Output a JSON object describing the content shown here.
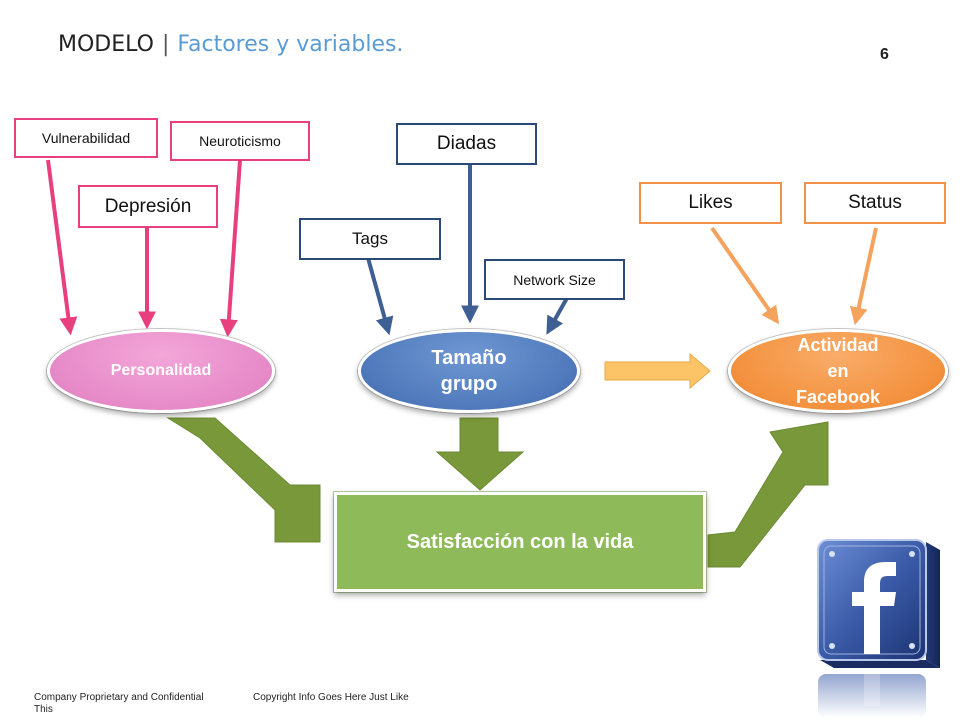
{
  "header": {
    "title": "MODELO",
    "separator": "|",
    "subtitle": "Factores y variables.",
    "page_number": "6"
  },
  "factors": {
    "vulnerabilidad": "Vulnerabilidad",
    "neuroticismo": "Neuroticismo",
    "depresion": "Depresión",
    "diadas": "Diadas",
    "tags": "Tags",
    "network_size": "Network Size",
    "likes": "Likes",
    "status": "Status"
  },
  "constructs": {
    "personalidad": "Personalidad",
    "tamano_line1": "Tamaño",
    "tamano_line2": "grupo",
    "actividad_line1": "Actividad",
    "actividad_line2": "en",
    "actividad_line3": "Facebook"
  },
  "outcome": {
    "label": "Satisfacción con la vida"
  },
  "footer": {
    "left_line1": "Company Proprietary and Confidential",
    "left_line2": "This",
    "right": "Copyright Info Goes Here Just Like"
  },
  "colors": {
    "personality_pink": "#e8407f",
    "group_blue": "#2b4a78",
    "activity_orange": "#f2924a",
    "outcome_green": "#8fba5a",
    "big_arrow_green": "#78983a",
    "subtitle_blue": "#5b9bd5"
  },
  "icons": {
    "logo": "facebook-logo-icon"
  }
}
